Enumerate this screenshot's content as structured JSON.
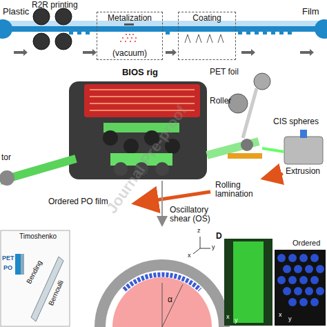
{
  "diagram": {
    "nodes": [
      {
        "text": [
          "Metalization",
          "(vacuum)"
        ]
      },
      {
        "text": [
          "Coating"
        ]
      },
      {
        "text": [
          "BIOS rig"
        ]
      }
    ],
    "labels": [
      "Plastic",
      "R2R printing",
      "Film",
      "PET foil",
      "Roller",
      "CIS spheres",
      "Extrusion",
      "tor",
      "Rolling lamination",
      "Oscillatory shear (OS)",
      "Ordered PO film",
      "Timoshenko",
      "PET",
      "PO",
      "Bending",
      "Bernoulli",
      "α",
      "z",
      "y",
      "x",
      "D",
      "x",
      "y",
      "Ordered",
      "x",
      "y",
      "Journal Pre-proof"
    ]
  }
}
